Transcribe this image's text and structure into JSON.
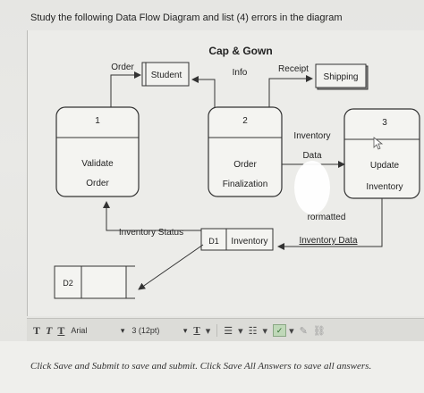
{
  "question": {
    "prompt": "Study the following Data Flow Diagram and list (4) errors in the diagram"
  },
  "diagram": {
    "title": "Cap & Gown",
    "entities": {
      "student": "Student",
      "shipping": "Shipping"
    },
    "processes": [
      {
        "number": "1",
        "line1": "Validate",
        "line2": "Order"
      },
      {
        "number": "2",
        "line1": "Order",
        "line2": "Finalization"
      },
      {
        "number": "3",
        "line1": "Update",
        "line2": "Inventory"
      }
    ],
    "stores": [
      {
        "id": "D1",
        "name": "Inventory"
      },
      {
        "id": "D2",
        "name": ""
      }
    ],
    "flows": {
      "order": "Order",
      "info": "Info",
      "receipt": "Receipt",
      "inventory_data_upper": "Inventory",
      "inventory_data_lower": "Data",
      "formatted": "rormatted",
      "inventory_status": "Inventory Status",
      "inventory_data": "Inventory Data"
    }
  },
  "toolbar": {
    "btn_t1": "T",
    "btn_t2": "T",
    "btn_t3": "T",
    "font_family": "Arial",
    "font_size": "3 (12pt)",
    "text_color_label": "T",
    "dropdown_arrow": "▾"
  },
  "footer": {
    "instructions": "Click Save and Submit to save and submit. Click Save All Answers to save all answers."
  }
}
